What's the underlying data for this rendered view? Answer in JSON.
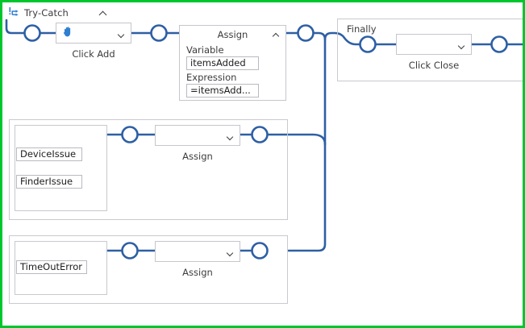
{
  "canvas": {
    "border_color": "#00c62e",
    "background": "#ffffff",
    "wire_color": "#2e5fa4",
    "node_border": "#c6c6cc",
    "group_border": "#c9c9cf"
  },
  "try_catch": {
    "icon": "try-catch-icon",
    "title": "Try-Catch",
    "collapse_icon": "chevron-up-icon"
  },
  "try_branch": {
    "click_add": {
      "icon": "hand-click-icon",
      "dropdown_icon": "chevron-down-icon",
      "value": "",
      "caption": "Click Add"
    },
    "assign": {
      "title": "Assign",
      "collapse_icon": "chevron-up-icon",
      "variable_label": "Variable",
      "variable_value": "itemsAdded",
      "expression_label": "Expression",
      "expression_value": "=itemsAdd..."
    }
  },
  "catch_blocks": [
    {
      "exceptions": [
        "DeviceIssue",
        "FinderIssue"
      ],
      "action": {
        "value": "",
        "dropdown_icon": "chevron-down-icon",
        "caption": "Assign"
      }
    },
    {
      "exceptions": [
        "TimeOutError"
      ],
      "action": {
        "value": "",
        "dropdown_icon": "chevron-down-icon",
        "caption": "Assign"
      }
    }
  ],
  "finally_block": {
    "label": "Finally",
    "action": {
      "value": "",
      "dropdown_icon": "chevron-down-icon",
      "caption": "Click Close"
    }
  }
}
